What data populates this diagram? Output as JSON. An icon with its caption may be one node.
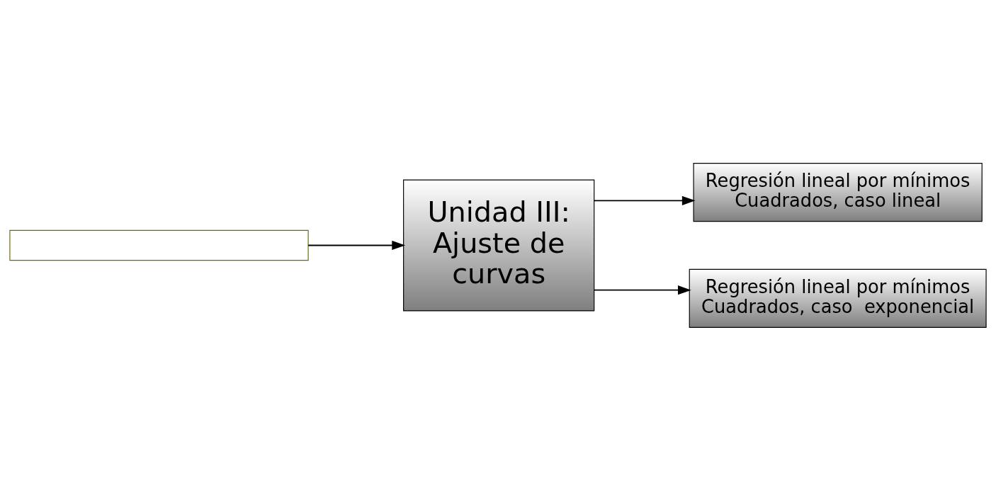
{
  "diagram": {
    "nodes": [
      {
        "text": [],
        "shape": "box"
      },
      {
        "text": [
          "Unidad III: Ajuste de curvas"
        ]
      },
      {
        "text": [
          "Regresión lineal por mínimos Cuadrados, caso lineal"
        ]
      },
      {
        "text": [
          "Regresión lineal por mínimos Cuadrados, caso  exponencial"
        ]
      }
    ],
    "edges": [
      {
        "from": 0,
        "to": 1,
        "arrow": "to"
      },
      {
        "from": 1,
        "to": 2,
        "arrow": "to"
      },
      {
        "from": 1,
        "to": 3,
        "arrow": "to"
      }
    ]
  }
}
